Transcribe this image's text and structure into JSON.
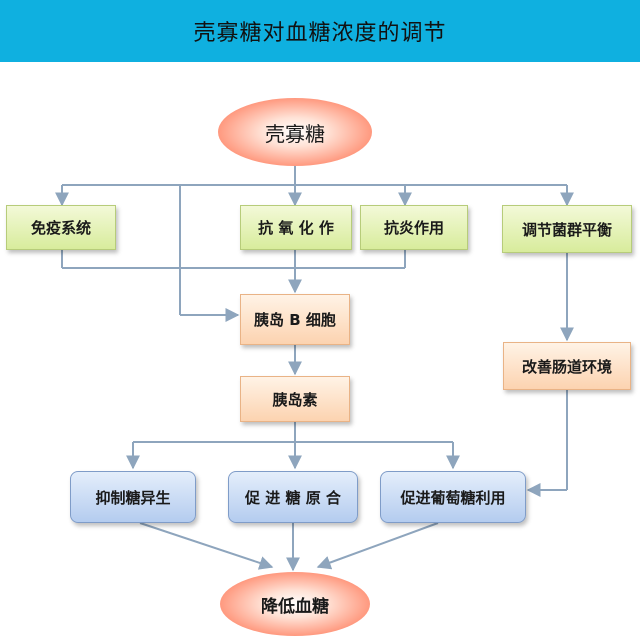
{
  "header": {
    "title": "壳寡糖对血糖浓度的调节"
  },
  "nodes": {
    "chitosan_oligosaccharide": "壳寡糖",
    "immune_system": "免疫系统",
    "antioxidant": "抗 氧 化 作",
    "anti_inflammatory": "抗炎作用",
    "regulate_flora": "调节菌群平衡",
    "islet_b_cell": "胰岛 B 细胞",
    "improve_gut": "改善肠道环境",
    "insulin": "胰岛素",
    "inhibit_gluconeogenesis": "抑制糖异生",
    "promote_glycogenesis": "促 进 糖 原 合",
    "promote_glucose_use": "促进葡萄糖利用",
    "lower_blood_glucose": "降低血糖"
  },
  "colors": {
    "header_bg": "#0fb0e0",
    "connector": "#8ea5bd",
    "green_box": "#d8ec9c",
    "orange_box": "#fcd3b0",
    "blue_box": "#b4ccef",
    "ellipse": "#ff8a6e"
  }
}
